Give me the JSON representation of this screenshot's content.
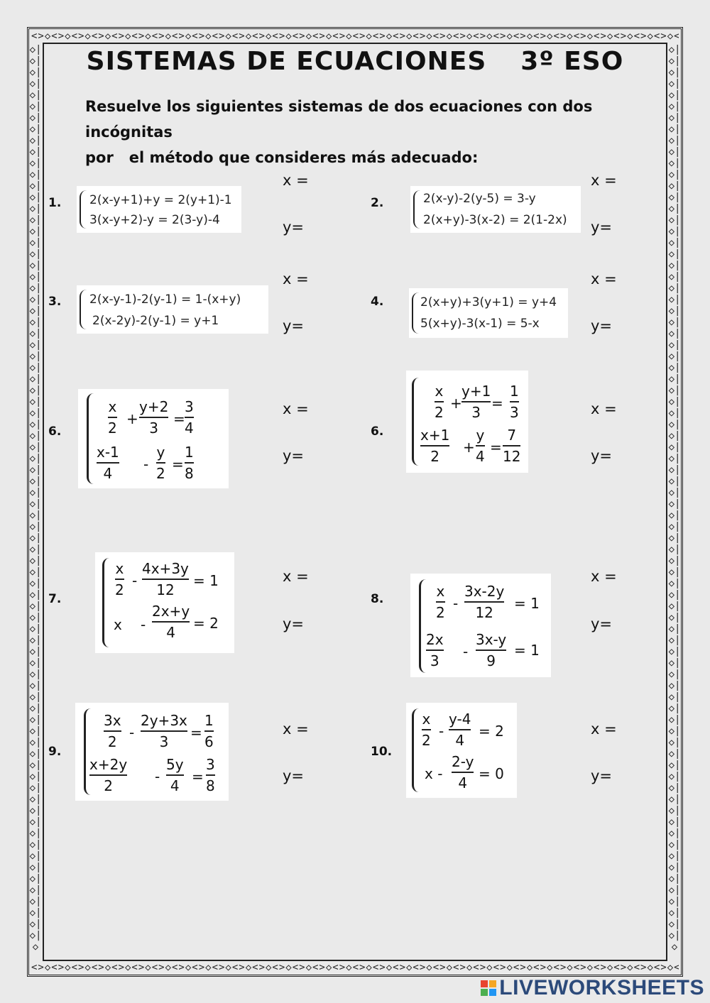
{
  "title": "SISTEMAS DE ECUACIONES",
  "grade": "3º ESO",
  "instruction_line1": "Resuelve los siguientes sistemas de dos ecuaciones con dos incógnitas",
  "instruction_line2": "por   el método que consideres más adecuado:",
  "answer_x": "x =",
  "answer_y": "y=",
  "problems": [
    {
      "num": "1.",
      "eq1": "2(x-y+1)+y = 2(y+1)-1",
      "eq2": "3(x-y+2)-y = 2(3-y)-4"
    },
    {
      "num": "2.",
      "eq1": "2(x-y)-2(y-5) = 3-y",
      "eq2": "2(x+y)-3(x-2) = 2(1-2x)"
    },
    {
      "num": "3.",
      "eq1": "2(x-y-1)-2(y-1) = 1-(x+y)",
      "eq2": "2(x-2y)-2(y-1) = y+1"
    },
    {
      "num": "4.",
      "eq1": "2(x+y)+3(y+1) = y+4",
      "eq2": "5(x+y)-3(x-1) = 5-x"
    },
    {
      "num": "6.",
      "f": [
        "x",
        "2",
        "+",
        "y+2",
        "3",
        "=",
        "3",
        "4",
        "x-1",
        "4",
        "-",
        "y",
        "2",
        "=",
        "1",
        "8"
      ]
    },
    {
      "num": "6.",
      "f": [
        "x",
        "2",
        "+",
        "y+1",
        "3",
        "=",
        "1",
        "3",
        "x+1",
        "2",
        "+",
        "y",
        "4",
        "=",
        "7",
        "12"
      ]
    },
    {
      "num": "7.",
      "f": [
        "x",
        "2",
        "-",
        "4x+3y",
        "12",
        "= 1",
        "x",
        "-",
        "2x+y",
        "4",
        "= 2"
      ]
    },
    {
      "num": "8.",
      "f": [
        "x",
        "2",
        "-",
        "3x-2y",
        "12",
        "= 1",
        "2x",
        "3",
        "-",
        "3x-y",
        "9",
        "= 1"
      ]
    },
    {
      "num": "9.",
      "f": [
        "3x",
        "2",
        "-",
        "2y+3x",
        "3",
        "=",
        "1",
        "6",
        "x+2y",
        "2",
        "-",
        "5y",
        "4",
        "=",
        "3",
        "8"
      ]
    },
    {
      "num": "10.",
      "f": [
        "x",
        "2",
        "-",
        "y-4",
        "4",
        "= 2",
        "x -",
        "2-y",
        "4",
        "= 0"
      ]
    }
  ],
  "logo": {
    "text": "LIVEWORKSHEETS",
    "colors": [
      "#e8442e",
      "#f5a623",
      "#4caf50",
      "#2196f3"
    ]
  }
}
